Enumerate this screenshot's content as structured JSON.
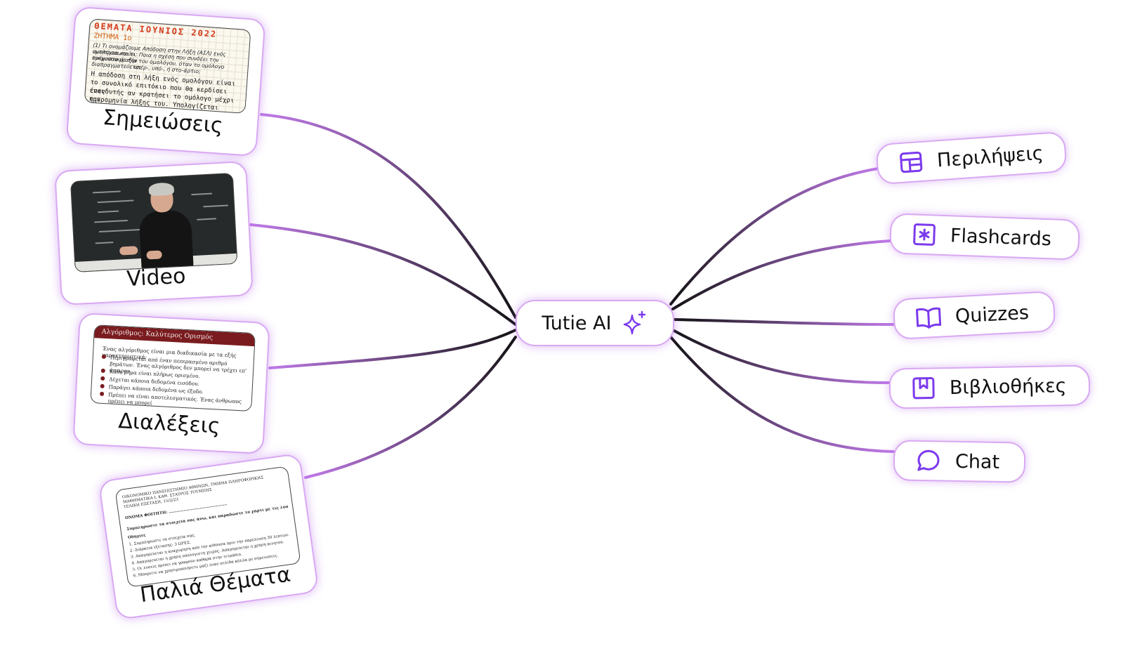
{
  "center": {
    "label": "Tutie AI",
    "icon": "sparkle-icon"
  },
  "sources": [
    {
      "label": "Σημειώσεις",
      "thumb": {
        "title": "ΘΕΜΑΤΑ ΙΟΥΝΙΟΣ 2022",
        "subtitle": "ΖΗΤΗΜΑ 1ο",
        "question_1": "(1) Τι ονομάζουμε Απόδοση στην Λήξη (ΑΣΛ) ενός ομολόγου και τι",
        "question_2": "αντιπροσωπεύει; Ποια η σχέση που συνδέει την τρέχουσα με την",
        "question_3": "ονομαστική αξία του ομολόγου, όταν το ομόλογο διαπραγματεύεται",
        "question_4": "υπέρ-, υπό-, ή στο-άρτιο;",
        "answer_1": "Η απόδοση στη λήξη ενός ομολόγου είναι",
        "answer_2": "το συνολικό επιτόκιο που θα κερδίσει ένας",
        "answer_3": "επενδυτής αν κρατήσει το ομόλογο μέχρι την",
        "answer_4": "ημερομηνία λήξης του. Υπολογίζεται λαμβάνοντας υπόψη"
      }
    },
    {
      "label": "Video"
    },
    {
      "label": "Διαλέξεις",
      "thumb": {
        "title": "Αλγόριθμος: Καλύτερος Ορισμός",
        "intro": "Ένας αλγόριθμος είναι μια διαδικασία με τα εξής χαρακτηριστικά:",
        "bullets": [
          "Περιγράφεται από έναν πεπερασμένο αριθμό βημάτων. Ένας αλγόριθμος δεν μπορεί να τρέχει επ' άπειρον.",
          "Κάθε βήμα είναι πλήρως ορισμένο.",
          "Δέχεται κάποια δεδομένα εισόδου.",
          "Παράγει κάποια δεδομένα ως έξοδο.",
          "Πρέπει να είναι αποτελεσματικός. Ένας άνθρωπος πρέπει να μπορεί"
        ]
      }
    },
    {
      "label": "Παλιά Θέματα",
      "thumb": {
        "header_1": "ΟΙΚΟΝΟΜΙΚΟ ΠΑΝΕΠΙΣΤΗΜΙΟ ΑΘΗΝΩΝ, ΤΜΗΜΑ ΠΛΗΡΟΦΟΡΙΚΗΣ",
        "header_2": "ΜΑΘΗΜΑΤΙΚΑ Ι, ΚΑΘ. ΣΤΑΥΡΟΣ ΤΟΥΜΠΗΣ",
        "header_3": "ΤΕΛΙΚΗ ΕΞΕΤΑΣΗ, 15/2/23",
        "name_line": "ΟΝΟΜΑ ΦΟΙΤΗΤΗ: ...........................................",
        "instruction": "Συμπληρώστε τα στοιχεία σας άνω, και παραδώστε το χαρτί με τις λύσεις",
        "section": "Οδηγίες",
        "items": [
          "1. Συμπληρώστε τα στοιχεία σας.",
          "2. Διάρκεια εξέτασης: 3 ΩΡΕΣ.",
          "3. Απαγορεύεται η αναχώρηση από την αίθουσα πριν την παρέλευση 30 λεπτών.",
          "4. Απαγορεύεται η χρήση υπολογιστή χειρός. Απαγορεύεται η χρήση κινητού.",
          "5. Οι λύσεις πρέπει να γραφούν καθαρά στην τετράδιο.",
          "6. Μπορείτε να χρησιμοποιήσετε μαζί έναν σελίδα κόλλα με σημειώσεις."
        ]
      }
    }
  ],
  "features": [
    {
      "label": "Περιλήψεις",
      "icon": "summary-layout-icon"
    },
    {
      "label": "Flashcards",
      "icon": "flashcard-asterisk-icon"
    },
    {
      "label": "Quizzes",
      "icon": "open-book-icon"
    },
    {
      "label": "Βιβλιοθήκες",
      "icon": "bookmark-icon"
    },
    {
      "label": "Chat",
      "icon": "chat-bubble-icon"
    }
  ],
  "colors": {
    "accent": "#7c3aed",
    "line_light": "#c07ae8",
    "line_dark": "#111111",
    "border": "#d9a9f2"
  }
}
